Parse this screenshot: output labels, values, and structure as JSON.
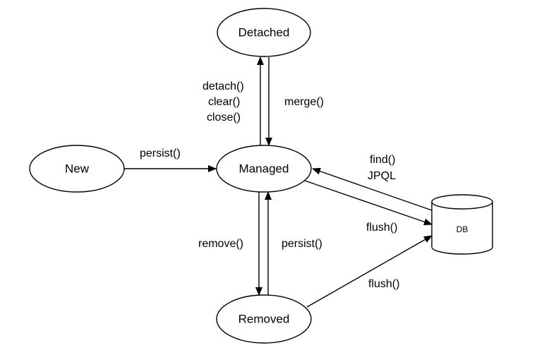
{
  "nodes": {
    "detached": "Detached",
    "new": "New",
    "managed": "Managed",
    "removed": "Removed",
    "db": "DB"
  },
  "edges": {
    "persist_new": "persist()",
    "detach": "detach()",
    "clear": "clear()",
    "close": "close()",
    "merge": "merge()",
    "find": "find()",
    "jpql": "JPQL",
    "flush_managed": "flush()",
    "remove": "remove()",
    "persist_removed": "persist()",
    "flush_removed": "flush()"
  }
}
